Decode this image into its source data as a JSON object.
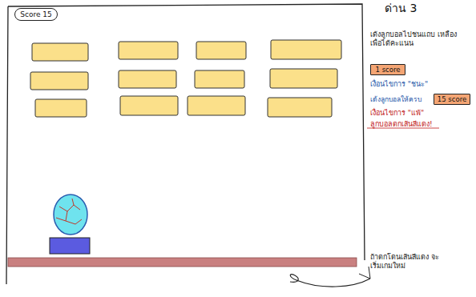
{
  "diagram": {
    "title": "ด่าน 3",
    "nodes": [
      {
        "text": [
          "Score 15"
        ]
      },
      {
        "text": [
          "1 score"
        ]
      },
      {
        "text": [
          "15 score"
        ]
      }
    ],
    "labels": [
      "เด้งลูกบอลไปชนแถบ เหลือง เพื่อได้คะแนน",
      "เงื่อนไขการ \"ชนะ\"",
      "เด้งลูกบอลให้ครบ",
      "เงื่อนไขการ \"แพ้\"",
      "ลูกบอลตกเส้นสีแดง!",
      "ถ้าตกโดนเส้นสีแดง จะเริ่มเกมใหม่"
    ]
  }
}
